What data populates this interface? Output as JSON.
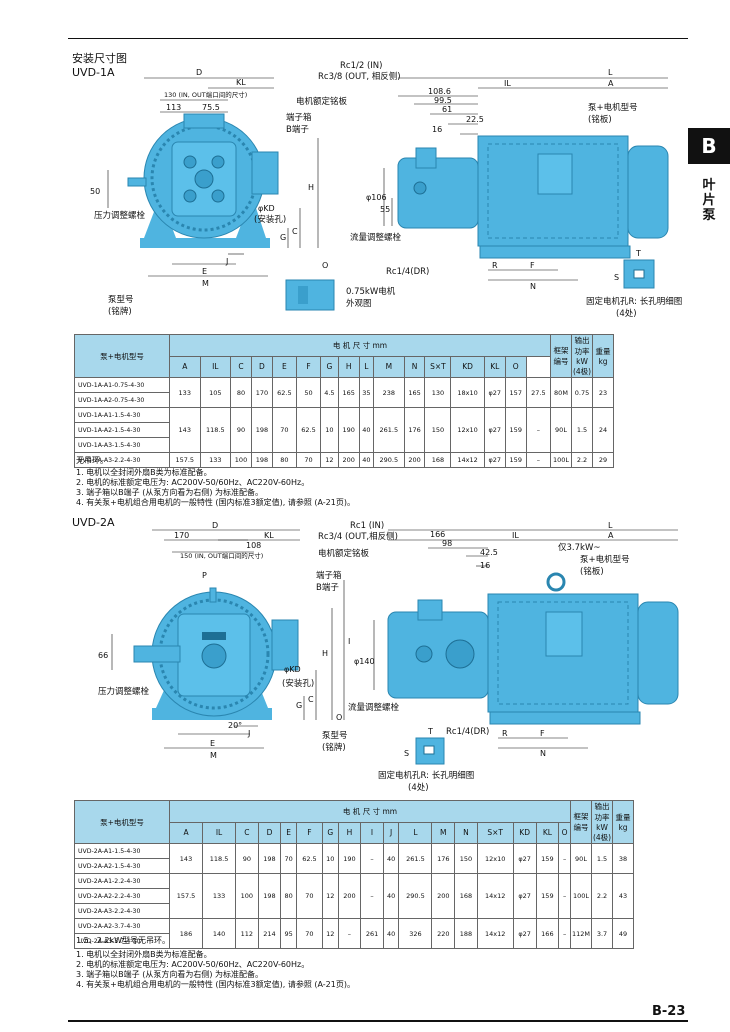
{
  "section1": {
    "title_line1": "安装尺寸图",
    "title_line2": "UVD-1A"
  },
  "diag1": {
    "dims": {
      "D": "D",
      "KL": "KL",
      "d130": "130 (IN, OUT端口间的尺寸)",
      "d113": "113",
      "d75": "75.5",
      "d50": "50",
      "H": "H",
      "C": "C",
      "G": "G",
      "O": "O",
      "KD": "φKD",
      "J": "J",
      "E": "E",
      "M": "M",
      "d1086": "108.6",
      "d995": "99.5",
      "d61": "61",
      "d225": "22.5",
      "d16": "16",
      "IL": "IL",
      "L": "L",
      "A": "A",
      "d106": "φ106",
      "d55": "55",
      "R": "R",
      "F": "F",
      "N": "N",
      "S": "S",
      "T": "T"
    },
    "labels": {
      "rc_in": "Rc1/2 (IN)",
      "rc_out": "Rc3/8 (OUT, 相反侧)",
      "nameplate": "电机额定铭板",
      "terminal_box": "端子箱",
      "terminal_b": "B端子",
      "mount_hole": "(安装孔)",
      "pressure_screw": "压力调整螺栓",
      "flow_screw": "流量调整螺栓",
      "drain": "Rc1/4(DR)",
      "pump_model": "泵型号",
      "plate": "(铭牌)",
      "pump_motor_model": "泵+电机型号",
      "plate2": "(铭板)",
      "motor_075": "0.75kW电机",
      "exterior": "外观图",
      "slot_detail": "固定电机孔R: 长孔明细图",
      "slot_qty": "(4处)"
    }
  },
  "table1": {
    "model_head": "泵+电机型号",
    "group_head": "电 机 尺 寸 mm",
    "frame_head": "框架编号",
    "power_head": "输出功率kW (4极)",
    "weight_head": "重量kg",
    "cols": [
      "A",
      "IL",
      "C",
      "D",
      "E",
      "F",
      "G",
      "H",
      "L",
      "M",
      "N",
      "S×T",
      "KD",
      "KL",
      "O"
    ],
    "groups": [
      {
        "models": [
          "UVD-1A-A1-0.75-4-30",
          "UVD-1A-A2-0.75-4-30"
        ],
        "vals": [
          "133",
          "105",
          "80",
          "170",
          "62.5",
          "50",
          "4.5",
          "165",
          "35",
          "238",
          "165",
          "130",
          "18x10",
          "φ27",
          "157",
          "27.5"
        ],
        "frame": "80M",
        "power": "0.75",
        "weight": "23"
      },
      {
        "models": [
          "UVD-1A-A1-1.5-4-30",
          "UVD-1A-A2-1.5-4-30",
          "UVD-1A-A3-1.5-4-30"
        ],
        "vals": [
          "143",
          "118.5",
          "90",
          "198",
          "70",
          "62.5",
          "10",
          "190",
          "40",
          "261.5",
          "176",
          "150",
          "12x10",
          "φ27",
          "159",
          "–"
        ],
        "frame": "90L",
        "power": "1.5",
        "weight": "24"
      },
      {
        "models": [
          "UVD-1A-A3-2.2-4-30"
        ],
        "vals": [
          "157.5",
          "133",
          "100",
          "198",
          "80",
          "70",
          "12",
          "200",
          "40",
          "290.5",
          "200",
          "168",
          "14x12",
          "φ27",
          "159",
          "–"
        ],
        "frame": "100L",
        "power": "2.2",
        "weight": "29"
      }
    ]
  },
  "notes1": {
    "pre": "无吊环。",
    "n1": "1. 电机以全封闭外扇B类为标准配备。",
    "n2": "2. 电机的标准额定电压为: AC200V-50/60Hz、AC220V-60Hz。",
    "n3": "3. 端子箱以B端子 (从泵方向看为右侧) 为标准配备。",
    "n4": "4. 有关泵+电机组合用电机的一般特性 (国内标准3额定值), 请参照 (A-21页)。"
  },
  "section2": {
    "title": "UVD-2A"
  },
  "diag2": {
    "dims": {
      "D": "D",
      "KL": "KL",
      "d170": "170",
      "d108": "108",
      "d150": "150 (IN, OUT端口间的尺寸)",
      "d66": "66",
      "d20": "20°",
      "P": "P",
      "H": "H",
      "I": "I",
      "C": "C",
      "G": "G",
      "O": "O",
      "KD": "φKD",
      "J": "J",
      "E": "E",
      "M": "M",
      "d166": "166",
      "d98": "98",
      "d425": "42.5",
      "d16": "16",
      "IL": "IL",
      "L": "L",
      "A": "A",
      "d140": "φ140",
      "R": "R",
      "F": "F",
      "N": "N",
      "S": "S",
      "T": "T"
    },
    "labels": {
      "rc_in": "Rc1 (IN)",
      "rc_out": "Rc3/4 (OUT,相反侧)",
      "nameplate": "电机额定铭板",
      "terminal_box": "端子箱",
      "terminal_b": "B端子",
      "mount_hole": "(安装孔)",
      "pressure_screw": "压力调整螺栓",
      "flow_screw": "流量调整螺栓",
      "drain": "Rc1/4(DR)",
      "pump_model": "泵型号",
      "plate": "(铭牌)",
      "only37": "仅3.7kW~",
      "pump_motor_model": "泵+电机型号",
      "plate2": "(铭板)",
      "slot_detail": "固定电机孔R: 长孔明细图",
      "slot_qty": "(4处)"
    }
  },
  "table2": {
    "model_head": "泵+电机型号",
    "group_head": "电 机 尺 寸 mm",
    "frame_head": "框架编号",
    "power_head": "输出功率kW (4极)",
    "weight_head": "重量kg",
    "cols": [
      "A",
      "IL",
      "C",
      "D",
      "E",
      "F",
      "G",
      "H",
      "I",
      "J",
      "L",
      "M",
      "N",
      "S×T",
      "KD",
      "KL",
      "O"
    ],
    "groups": [
      {
        "models": [
          "UVD-2A-A1-1.5-4-30",
          "UVD-2A-A2-1.5-4-30"
        ],
        "vals": [
          "143",
          "118.5",
          "90",
          "198",
          "70",
          "62.5",
          "10",
          "190",
          "–",
          "40",
          "261.5",
          "176",
          "150",
          "12x10",
          "φ27",
          "159",
          "–"
        ],
        "frame": "90L",
        "power": "1.5",
        "weight": "38"
      },
      {
        "models": [
          "UVD-2A-A1-2.2-4-30",
          "UVD-2A-A2-2.2-4-30",
          "UVD-2A-A3-2.2-4-30"
        ],
        "vals": [
          "157.5",
          "133",
          "100",
          "198",
          "80",
          "70",
          "12",
          "200",
          "–",
          "40",
          "290.5",
          "200",
          "168",
          "14x12",
          "φ27",
          "159",
          "–"
        ],
        "frame": "100L",
        "power": "2.2",
        "weight": "43"
      },
      {
        "models": [
          "UVD-2A-A2-3.7-4-30",
          "UVD-2A-A3-3.7-4-30"
        ],
        "vals": [
          "186",
          "140",
          "112",
          "214",
          "95",
          "70",
          "12",
          "–",
          "261",
          "40",
          "326",
          "220",
          "188",
          "14x12",
          "φ27",
          "166",
          "–"
        ],
        "frame": "112M",
        "power": "3.7",
        "weight": "49"
      }
    ]
  },
  "notes2": {
    "pre": "1.5、2.2kW型号无吊环。",
    "n1": "1. 电机以全封闭外扇B类为标准配备。",
    "n2": "2. 电机的标准额定电压为: AC200V-50/60Hz、AC220V-60Hz。",
    "n3": "3. 端子箱以B端子 (从泵方向看为右侧) 为标准配备。",
    "n4": "4. 有关泵+电机组合用电机的一般特性 (国内标准3额定值), 请参照 (A-21页)。"
  },
  "side": {
    "tab": "B",
    "text": "叶片泵"
  },
  "page": {
    "num": "B-23"
  },
  "colors": {
    "pump_blue": "#4fb4e0",
    "table_blue": "#a8d8ec"
  }
}
